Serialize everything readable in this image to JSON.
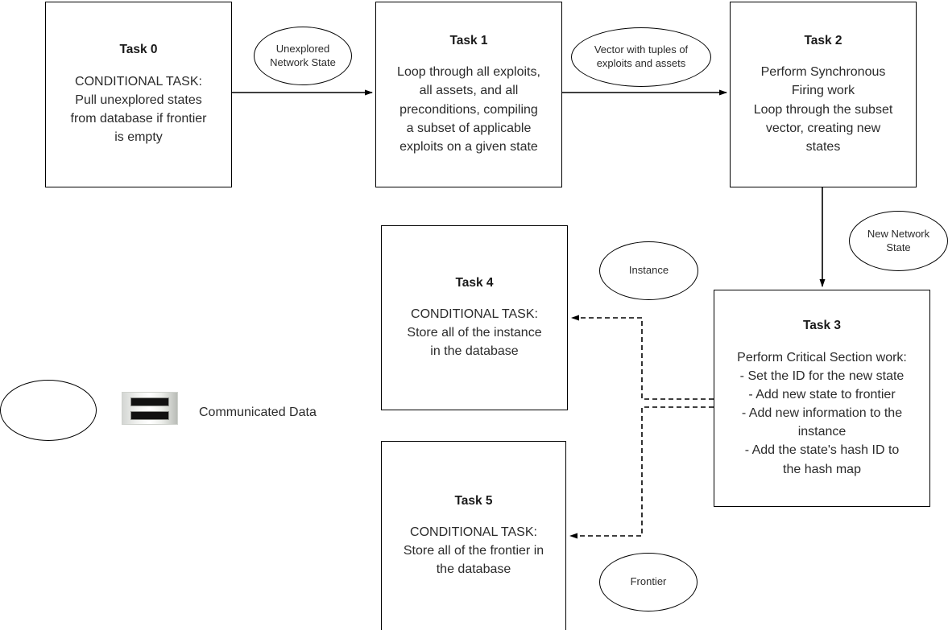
{
  "diagram": {
    "title": "Task pipeline flow diagram",
    "stroke_color": "#000000",
    "background_color": "#ffffff",
    "text_color": "#2b2b2b"
  },
  "nodes": [
    {
      "id": "task0",
      "title": "Task 0",
      "body": "CONDITIONAL TASK:\nPull unexplored states\nfrom database if frontier\nis empty"
    },
    {
      "id": "task1",
      "title": "Task 1",
      "body": "Loop through all exploits,\nall assets, and all\npreconditions, compiling\na subset of applicable\nexploits on a given state"
    },
    {
      "id": "task2",
      "title": "Task 2",
      "body": "Perform Synchronous\nFiring work\nLoop through the subset\nvector, creating new\nstates"
    },
    {
      "id": "task3",
      "title": "Task 3",
      "body": "Perform Critical Section work:\n- Set the ID for the new state\n- Add new state to frontier\n- Add new information to the\ninstance\n- Add the state's hash ID to\nthe hash map"
    },
    {
      "id": "task4",
      "title": "Task 4",
      "body": "CONDITIONAL TASK:\nStore all of the instance\nin the database"
    },
    {
      "id": "task5",
      "title": "Task 5",
      "body": "CONDITIONAL TASK:\nStore all of the frontier in\nthe database"
    }
  ],
  "data_labels": [
    {
      "id": "unexplored-network-state",
      "text": "Unexplored\nNetwork State"
    },
    {
      "id": "vector-with-tuples",
      "text": "Vector with tuples of\nexploits and assets"
    },
    {
      "id": "new-network-state",
      "text": "New Network\nState"
    },
    {
      "id": "instance",
      "text": "Instance"
    },
    {
      "id": "frontier",
      "text": "Frontier"
    }
  ],
  "legend": {
    "label": "Communicated Data",
    "ellipse_shape": "ellipse",
    "equals_icon": "equals-icon"
  },
  "edges": [
    {
      "id": "task0-to-task1",
      "from": "Task 0",
      "to": "Task 1",
      "style": "solid",
      "label": "Unexplored Network State"
    },
    {
      "id": "task1-to-task2",
      "from": "Task 1",
      "to": "Task 2",
      "style": "solid",
      "label": "Vector with tuples of exploits and assets"
    },
    {
      "id": "task2-to-task3",
      "from": "Task 2",
      "to": "Task 3",
      "style": "solid",
      "label": "New Network State"
    },
    {
      "id": "task3-to-task4",
      "from": "Task 3",
      "to": "Task 4",
      "style": "dashed",
      "label": "Instance"
    },
    {
      "id": "task3-to-task5",
      "from": "Task 3",
      "to": "Task 5",
      "style": "dashed",
      "label": "Frontier"
    }
  ]
}
